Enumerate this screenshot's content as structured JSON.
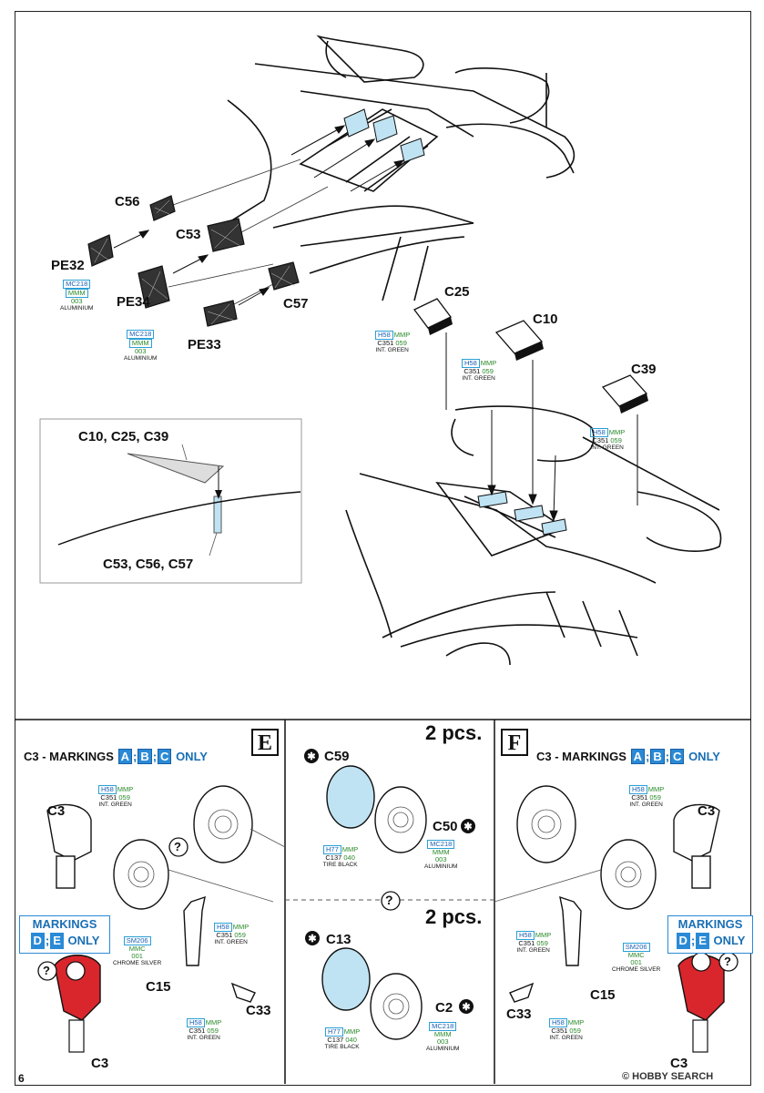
{
  "top_labels": {
    "c56": "C56",
    "c53": "C53",
    "pe32": "PE32",
    "pe34": "PE34",
    "pe33": "PE33",
    "c57": "C57",
    "c25": "C25",
    "c10": "C10",
    "c39": "C39"
  },
  "inset": {
    "top_label": "C10, C25, C39",
    "bottom_label": "C53, C56, C57"
  },
  "paints": {
    "alu1": {
      "code": "MC218",
      "mmm": "MMM",
      "num": "003",
      "name": "ALUMINIUM"
    },
    "alu2": {
      "code": "MC218",
      "mmm": "MMM",
      "num": "003",
      "name": "ALUMINIUM"
    },
    "green_c25": {
      "h": "H58",
      "mmp": "MMP",
      "c": "C351",
      "num": "059",
      "name": "INT. GREEN"
    },
    "green_c10": {
      "h": "H58",
      "mmp": "MMP",
      "c": "C351",
      "num": "059",
      "name": "INT. GREEN"
    },
    "green_c39": {
      "h": "H58",
      "mmp": "MMP",
      "c": "C351",
      "num": "059",
      "name": "INT. GREEN"
    },
    "e_green": {
      "h": "H58",
      "mmp": "MMP",
      "c": "C351",
      "num": "059",
      "name": "INT. GREEN"
    },
    "e_green2": {
      "h": "H58",
      "mmp": "MMP",
      "c": "C351",
      "num": "059",
      "name": "INT. GREEN"
    },
    "e_chrome": {
      "code": "SM206",
      "mmm": "MMC",
      "num": "001",
      "name": "CHROME SILVER"
    },
    "e_green3": {
      "h": "H58",
      "mmp": "MMP",
      "c": "C351",
      "num": "059",
      "name": "INT. GREEN"
    },
    "m_tire1": {
      "h": "H77",
      "mmp": "MMP",
      "c": "C137",
      "num": "040",
      "name": "TIRE BLACK"
    },
    "m_alu1": {
      "code": "MC218",
      "mmm": "MMM",
      "num": "003",
      "name": "ALUMINIUM"
    },
    "m_tire2": {
      "h": "H77",
      "mmp": "MMP",
      "c": "C137",
      "num": "040",
      "name": "TIRE BLACK"
    },
    "m_alu2": {
      "code": "MC218",
      "mmm": "MMM",
      "num": "003",
      "name": "ALUMINIUM"
    },
    "f_green": {
      "h": "H58",
      "mmp": "MMP",
      "c": "C351",
      "num": "059",
      "name": "INT. GREEN"
    },
    "f_green2": {
      "h": "H58",
      "mmp": "MMP",
      "c": "C351",
      "num": "059",
      "name": "INT. GREEN"
    },
    "f_chrome": {
      "code": "SM206",
      "mmm": "MMC",
      "num": "001",
      "name": "CHROME SILVER"
    },
    "f_green3": {
      "h": "H58",
      "mmp": "MMP",
      "c": "C351",
      "num": "059",
      "name": "INT. GREEN"
    }
  },
  "section_e": {
    "letter": "E",
    "c3_prefix": "C3 - MARKINGS",
    "tags": [
      "A",
      "B",
      "C"
    ],
    "only": "ONLY",
    "c3": "C3",
    "c15": "C15",
    "c33": "C33",
    "c3b": "C3",
    "markings_title": "MARKINGS",
    "markings_tags": [
      "D",
      "E"
    ],
    "markings_only": "ONLY"
  },
  "section_f": {
    "letter": "F",
    "c3_prefix": "C3 - MARKINGS",
    "tags": [
      "A",
      "B",
      "C"
    ],
    "only": "ONLY",
    "c3": "C3",
    "c15": "C15",
    "c33": "C33",
    "c3b": "C3",
    "markings_title": "MARKINGS",
    "markings_tags": [
      "D",
      "E"
    ],
    "markings_only": "ONLY"
  },
  "middle": {
    "pcs_top": "2 pcs.",
    "pcs_bottom": "2 pcs.",
    "c59": "C59",
    "c50": "C50",
    "c13": "C13",
    "c2": "C2",
    "q": "?"
  },
  "questions": {
    "q": "?"
  },
  "page_number": "6",
  "watermark": {
    "brand": "HOBBY SEARCH",
    "copy": "©"
  },
  "colors": {
    "accent_blue": "#2a8ad6",
    "light_blue": "#bfe3f2",
    "red_part": "#d9262c",
    "paint_green": "#2a8a2a"
  }
}
